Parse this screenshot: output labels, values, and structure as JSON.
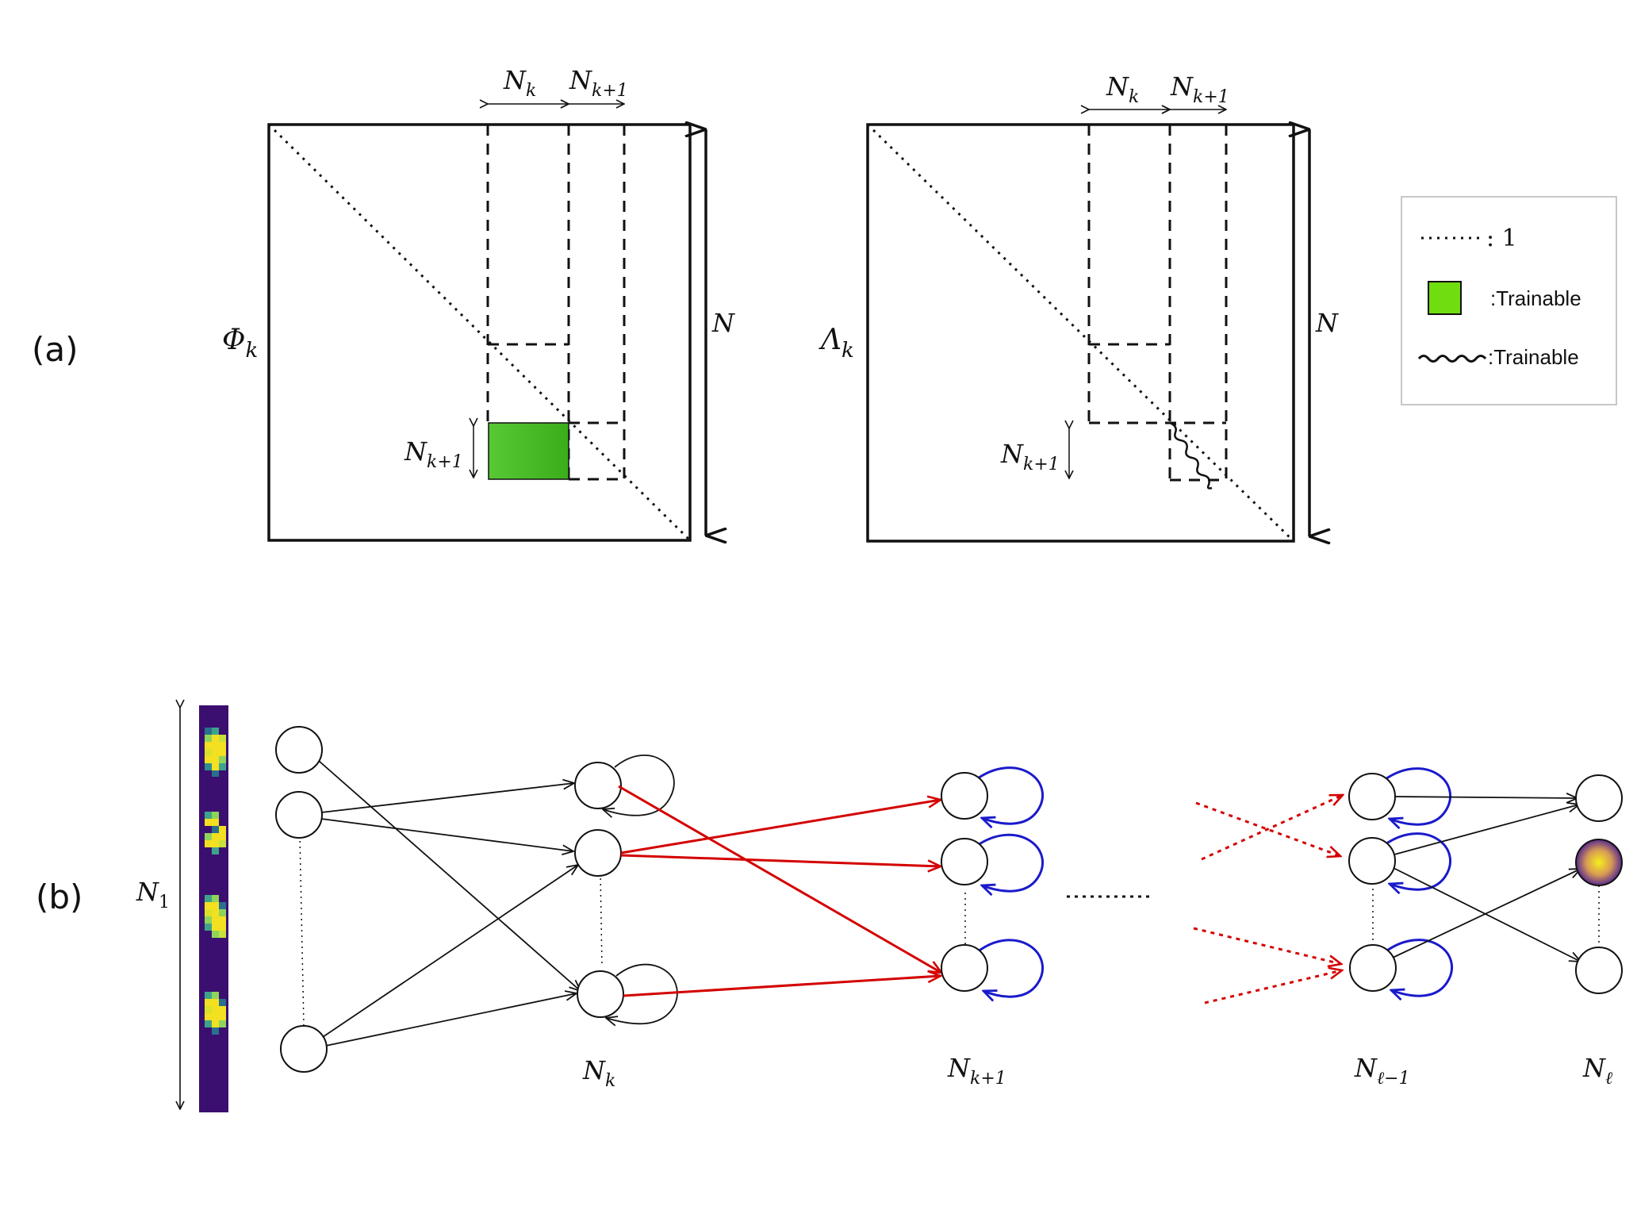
{
  "panels": {
    "a": "(a)",
    "b": "(b)"
  },
  "part_a": {
    "phi": {
      "symbol": "Φ",
      "subscript": "k"
    },
    "lambda": {
      "symbol": "Λ",
      "subscript": "k"
    },
    "dims": {
      "N_base": "N",
      "N_k_sub": "k",
      "N_k1_sub": "k+1",
      "N": "N"
    },
    "colors": {
      "trainable_block": "#4cc21f",
      "legend_swatch": "#6fdd10"
    }
  },
  "legend": {
    "dotted_value": ": 1",
    "block_label": ":Trainable",
    "wavy_label": ":Trainable"
  },
  "part_b": {
    "input_label": {
      "base": "N",
      "sub": "1"
    },
    "layer_labels": [
      {
        "base": "N",
        "sub": "k"
      },
      {
        "base": "N",
        "sub": "k+1"
      },
      {
        "base": "N",
        "sub": "ℓ−1"
      },
      {
        "base": "N",
        "sub": "ℓ"
      }
    ],
    "colors": {
      "feedforward": "#d40000",
      "recurrent": "#1a1acc",
      "strip_background": "#3b0f6f",
      "strip_feature": "#f2e021",
      "output_glow": "#e8d630"
    }
  }
}
